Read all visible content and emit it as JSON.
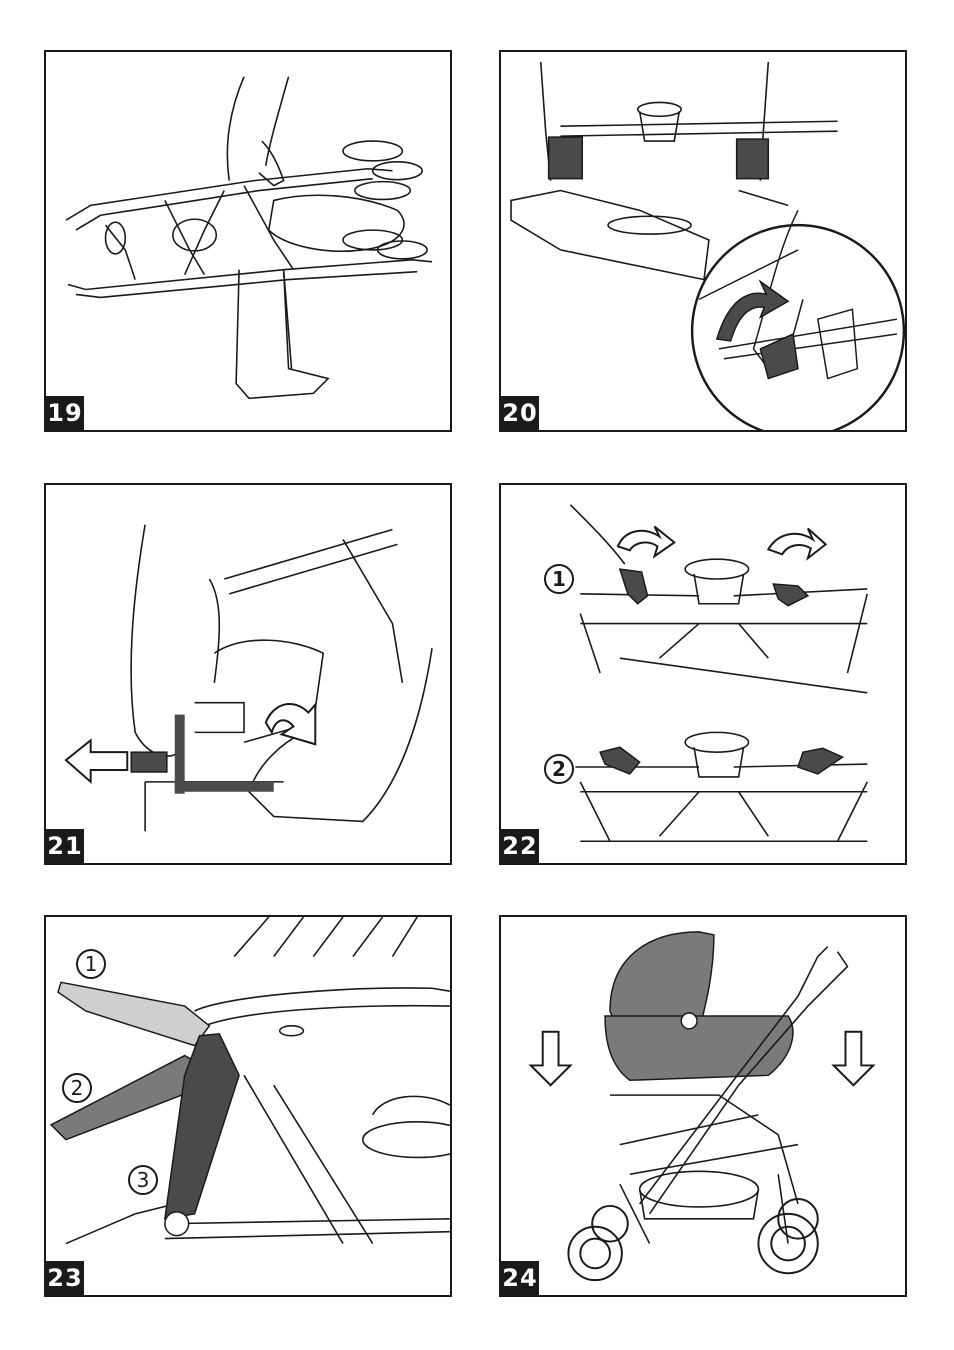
{
  "panels": [
    {
      "number": "19"
    },
    {
      "number": "20"
    },
    {
      "number": "21"
    },
    {
      "number": "22",
      "steps": [
        "1",
        "2"
      ]
    },
    {
      "number": "23",
      "steps": [
        "1",
        "2",
        "3"
      ]
    },
    {
      "number": "24"
    }
  ],
  "colors": {
    "line": "#1a1a1a",
    "dark_part": "#4a4a4a",
    "mid_part": "#7a7a7a",
    "light_part": "#cfcfcf"
  }
}
